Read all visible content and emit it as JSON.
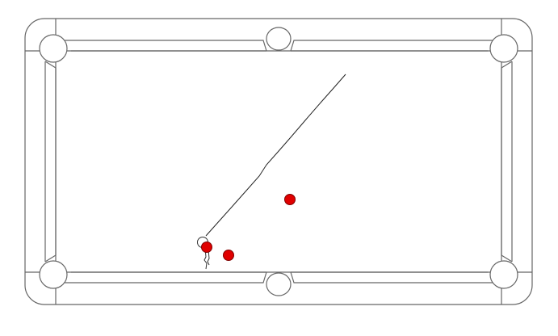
{
  "game": {
    "name": "billiards-table",
    "colors": {
      "background": "#ffffff",
      "outline": "#666666",
      "ball_red": "#e00000",
      "ball_stroke": "#800000",
      "cue_ball": "#ffffff",
      "trajectory": "#222222"
    },
    "balls": [
      {
        "id": "red-ball-1",
        "color": "red"
      },
      {
        "id": "red-ball-2",
        "color": "red"
      },
      {
        "id": "red-ball-3",
        "color": "red"
      }
    ],
    "cue_ball": {
      "id": "cue-ball",
      "color": "white"
    },
    "pockets": [
      "corner-top-left",
      "side-top",
      "corner-top-right",
      "corner-bottom-left",
      "side-bottom",
      "corner-bottom-right"
    ]
  }
}
